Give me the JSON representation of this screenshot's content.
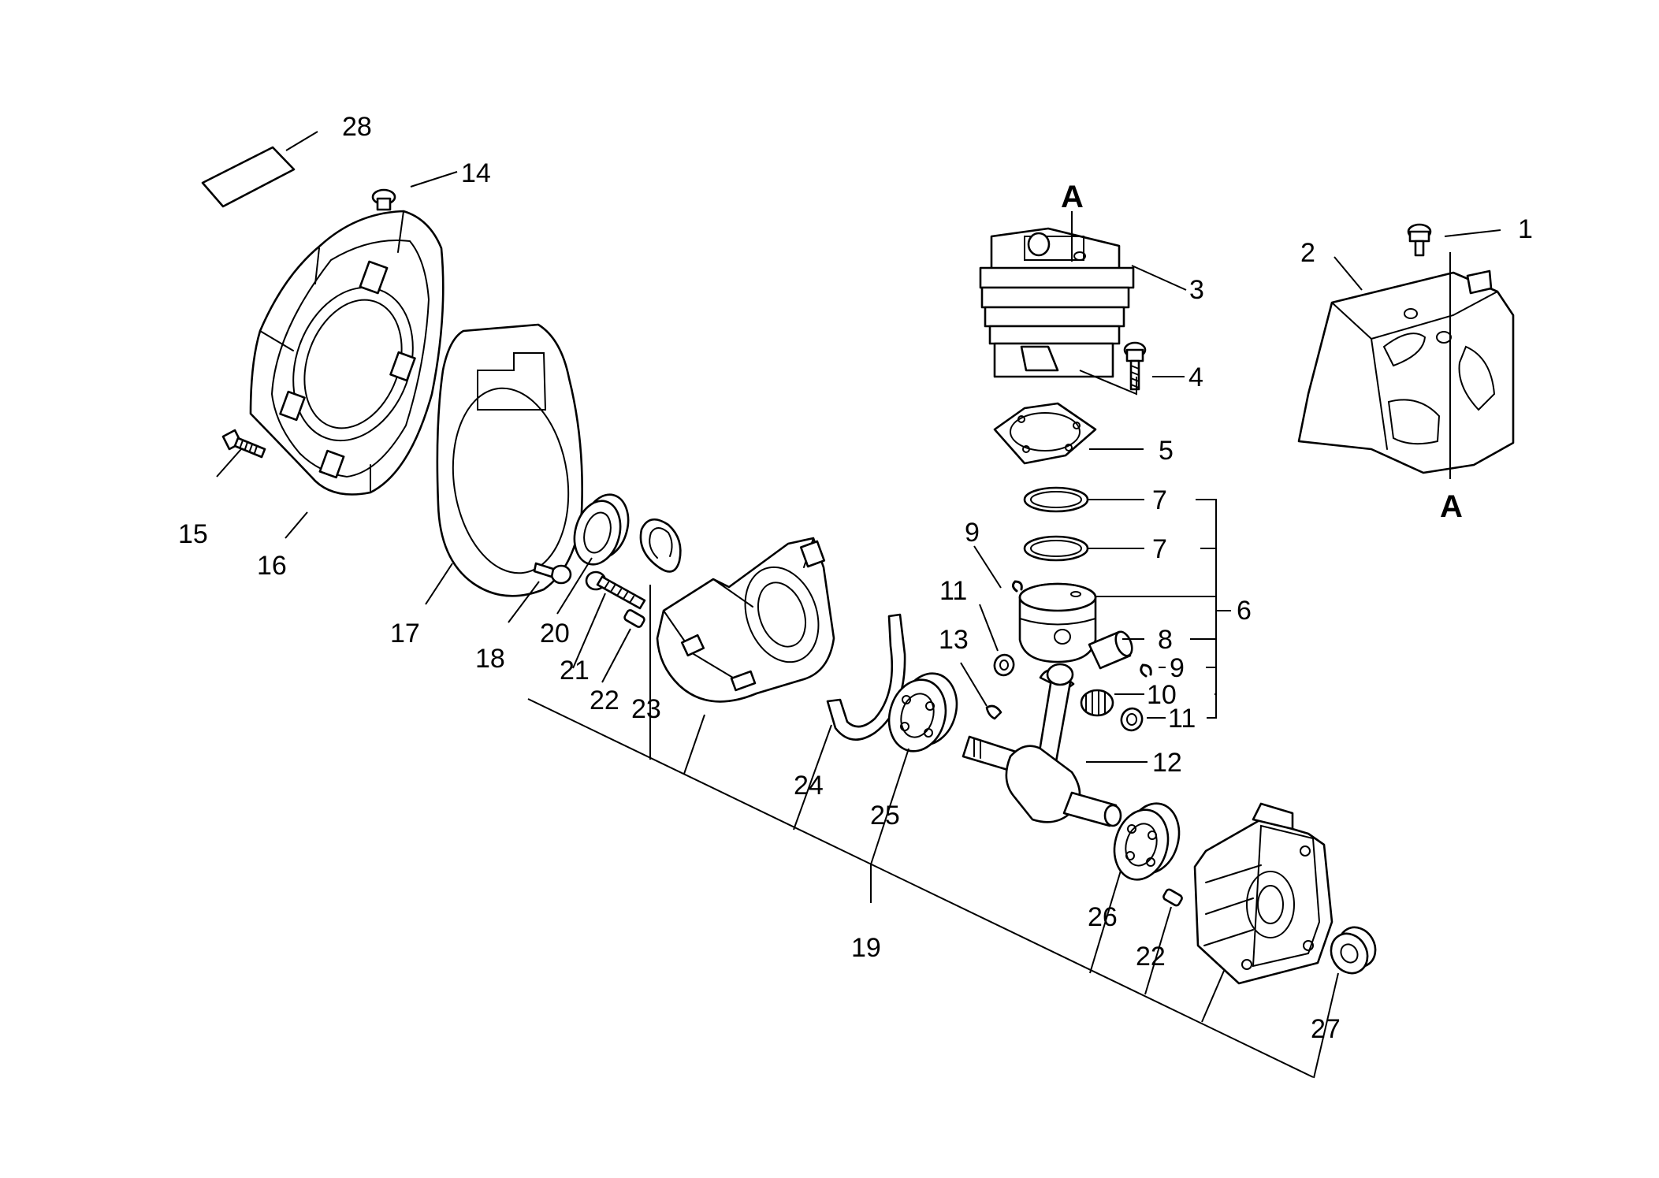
{
  "diagram": {
    "callouts": [
      {
        "id": "c1",
        "label": "1"
      },
      {
        "id": "c2",
        "label": "2"
      },
      {
        "id": "c3",
        "label": "3"
      },
      {
        "id": "c4",
        "label": "4"
      },
      {
        "id": "c5",
        "label": "5"
      },
      {
        "id": "c6",
        "label": "6"
      },
      {
        "id": "c7a",
        "label": "7"
      },
      {
        "id": "c7b",
        "label": "7"
      },
      {
        "id": "c8",
        "label": "8"
      },
      {
        "id": "c9a",
        "label": "9"
      },
      {
        "id": "c9b",
        "label": "9"
      },
      {
        "id": "c10",
        "label": "10"
      },
      {
        "id": "c11a",
        "label": "11"
      },
      {
        "id": "c11b",
        "label": "11"
      },
      {
        "id": "c12",
        "label": "12"
      },
      {
        "id": "c13",
        "label": "13"
      },
      {
        "id": "c14",
        "label": "14"
      },
      {
        "id": "c15",
        "label": "15"
      },
      {
        "id": "c16",
        "label": "16"
      },
      {
        "id": "c17",
        "label": "17"
      },
      {
        "id": "c18",
        "label": "18"
      },
      {
        "id": "c19",
        "label": "19"
      },
      {
        "id": "c20",
        "label": "20"
      },
      {
        "id": "c21",
        "label": "21"
      },
      {
        "id": "c22a",
        "label": "22"
      },
      {
        "id": "c22b",
        "label": "22"
      },
      {
        "id": "c23",
        "label": "23"
      },
      {
        "id": "c24",
        "label": "24"
      },
      {
        "id": "c25",
        "label": "25"
      },
      {
        "id": "c26",
        "label": "26"
      },
      {
        "id": "c27",
        "label": "27"
      },
      {
        "id": "c28",
        "label": "28"
      }
    ],
    "reference_marks": [
      {
        "id": "refA1",
        "label": "A"
      },
      {
        "id": "refA2",
        "label": "A"
      }
    ]
  }
}
